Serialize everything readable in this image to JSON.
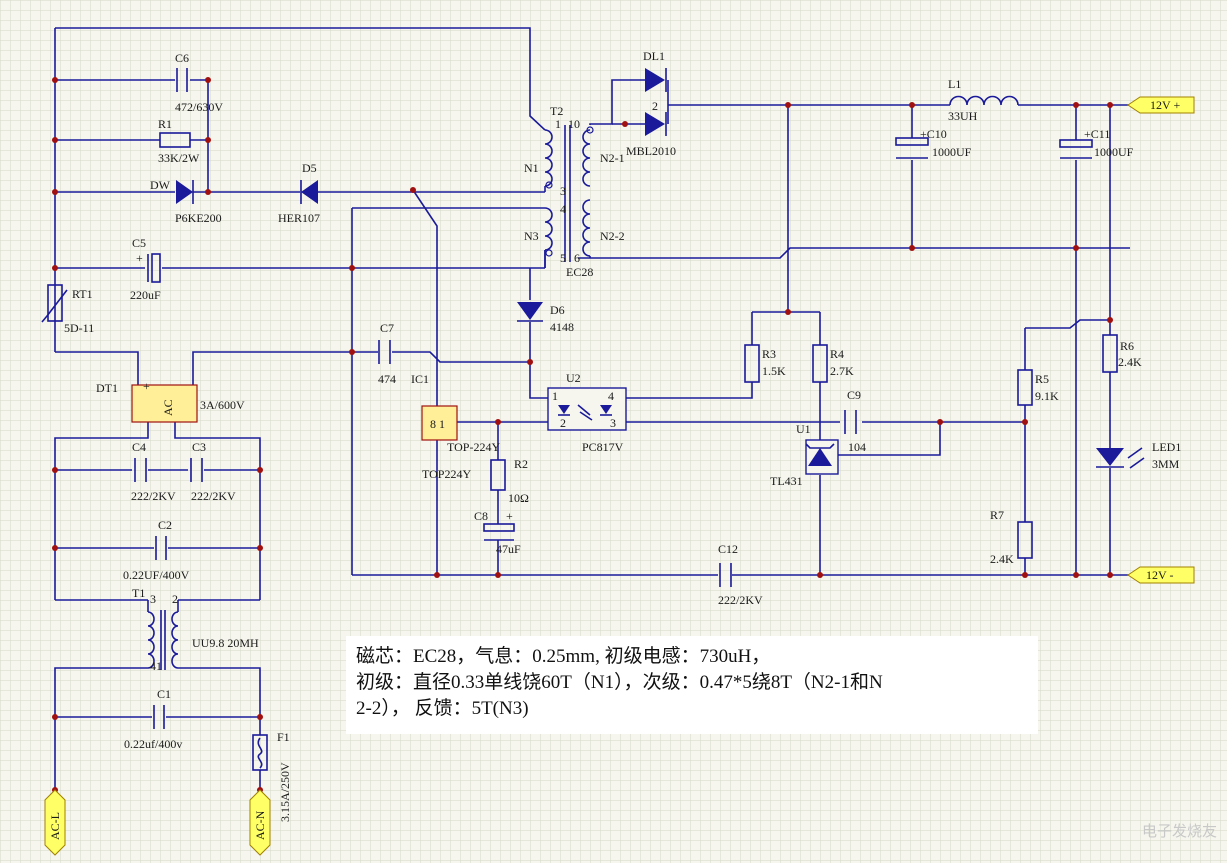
{
  "components": {
    "C6": {
      "ref": "C6",
      "value": "472/630V"
    },
    "R1": {
      "ref": "R1",
      "value": "33K/2W"
    },
    "DW": {
      "ref": "DW",
      "value": "P6KE200"
    },
    "D5": {
      "ref": "D5",
      "value": "HER107"
    },
    "C5": {
      "ref": "C5",
      "value": "220uF"
    },
    "RT1": {
      "ref": "RT1",
      "value": "5D-11"
    },
    "C7": {
      "ref": "C7",
      "value": "474"
    },
    "IC1": {
      "ref": "IC1",
      "value": "TOP224Y",
      "alt": "TOP-224Y"
    },
    "DT1": {
      "ref": "DT1",
      "value": "3A/600V",
      "body": "AC"
    },
    "C4": {
      "ref": "C4",
      "value": "222/2KV"
    },
    "C3": {
      "ref": "C3",
      "value": "222/2KV"
    },
    "C2": {
      "ref": "C2",
      "value": "0.22UF/400V"
    },
    "T1": {
      "ref": "T1",
      "value": "UU9.8 20MH"
    },
    "C1": {
      "ref": "C1",
      "value": "0.22uf/400v"
    },
    "F1": {
      "ref": "F1",
      "value": "3.15A/250V"
    },
    "T2": {
      "ref": "T2",
      "core": "EC28",
      "windings": [
        "N1",
        "N3",
        "N2-1",
        "N2-2"
      ]
    },
    "DL1": {
      "ref": "DL1",
      "value": "MBL2010"
    },
    "D6": {
      "ref": "D6",
      "value": "4148"
    },
    "U2": {
      "ref": "U2",
      "value": "PC817V"
    },
    "R2": {
      "ref": "R2",
      "value": "10Ω"
    },
    "C8": {
      "ref": "C8",
      "value": "47uF"
    },
    "R3": {
      "ref": "R3",
      "value": "1.5K"
    },
    "R4": {
      "ref": "R4",
      "value": "2.7K"
    },
    "C9": {
      "ref": "C9",
      "value": "104"
    },
    "U1": {
      "ref": "U1",
      "value": "TL431"
    },
    "C12": {
      "ref": "C12",
      "value": "222/2KV"
    },
    "L1": {
      "ref": "L1",
      "value": "33UH"
    },
    "C10": {
      "ref": "+C10",
      "value": "1000UF"
    },
    "C11": {
      "ref": "+C11",
      "value": "1000UF"
    },
    "R5": {
      "ref": "R5",
      "value": "9.1K"
    },
    "R6": {
      "ref": "R6",
      "value": "2.4K"
    },
    "R7": {
      "ref": "R7",
      "value": "2.4K"
    },
    "LED1": {
      "ref": "LED1",
      "value": "3MM"
    }
  },
  "ports": {
    "out_pos": "12V +",
    "out_neg": "12V -",
    "ac_l": "AC-L",
    "ac_n": "AC-N"
  },
  "pins": {
    "p1": "1",
    "p2": "2",
    "p3": "3",
    "p4": "4",
    "p5": "5",
    "p6": "6",
    "p10": "10",
    "plus": "+"
  },
  "note": {
    "line1": "磁芯：EC28，气息：0.25mm, 初级电感：730uH，",
    "line2": " 初级：直径0.33单线饶60T（N1），次级：0.47*5绕8T（N2-1和N",
    "line3": "2-2）， 反馈：5T(N3)"
  },
  "watermark": "电子发烧友",
  "colors": {
    "wire": "#1a1a9a",
    "node": "#a01010",
    "component_fill": "#ffef99",
    "port_fill": "#ffff66",
    "grid": "#d6d8c8",
    "background": "#f6f6ee"
  }
}
